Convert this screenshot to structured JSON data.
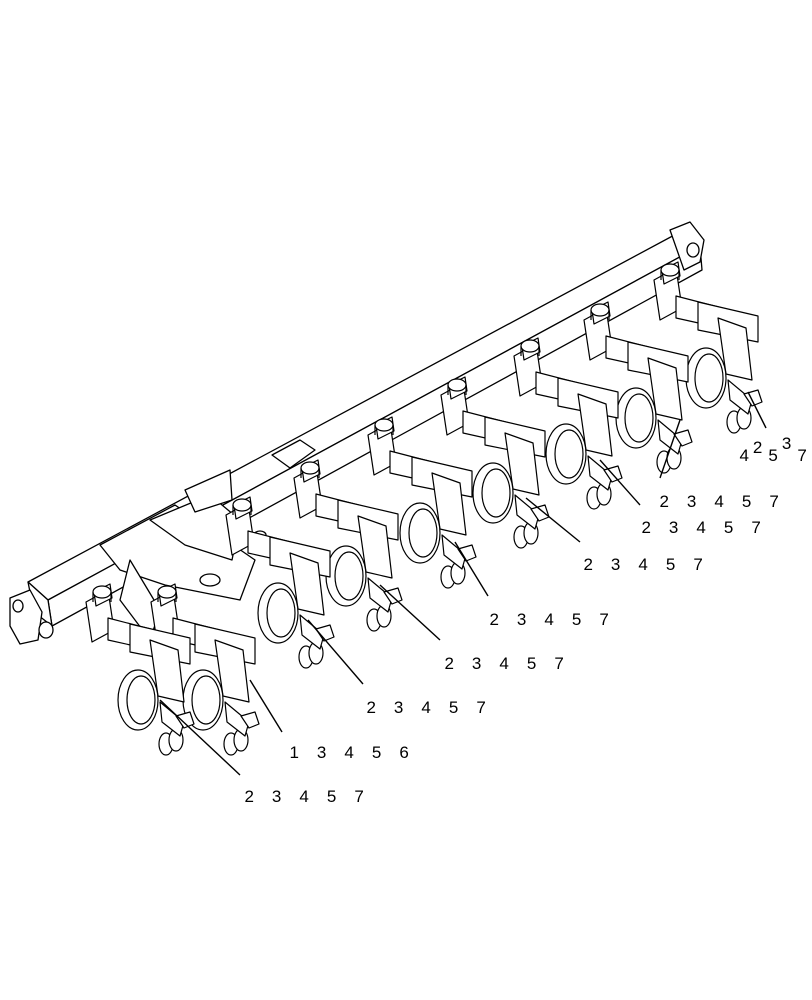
{
  "callouts": {
    "c1": [
      "4",
      "2",
      "5",
      "3",
      "7"
    ],
    "c2": [
      "2",
      "3",
      "4",
      "5",
      "7"
    ],
    "c3": [
      "2",
      "3",
      "4",
      "5",
      "7"
    ],
    "c4": [
      "2",
      "3",
      "4",
      "5",
      "7"
    ],
    "c5": [
      "2",
      "3",
      "4",
      "5",
      "7"
    ],
    "c6": [
      "2",
      "3",
      "4",
      "5",
      "7"
    ],
    "c7": [
      "2",
      "3",
      "4",
      "5",
      "7"
    ],
    "c8": [
      "1",
      "3",
      "4",
      "5",
      "6"
    ],
    "c9": [
      "2",
      "3",
      "4",
      "5",
      "7"
    ]
  },
  "colors": {
    "line": "#000000",
    "background": "#ffffff"
  }
}
